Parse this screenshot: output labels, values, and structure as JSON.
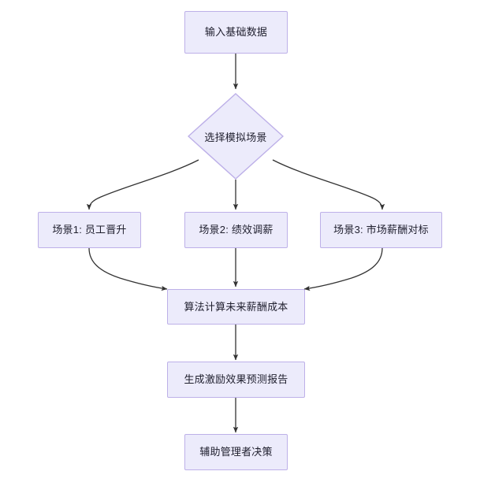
{
  "diagram": {
    "type": "flowchart",
    "direction": "top-to-bottom",
    "background_color": "#ffffff",
    "node_fill_color": "#ECEBFB",
    "node_border_color": "#BDB0E8",
    "edge_color": "#333333",
    "text_color": "#1f1f2e",
    "nodes": {
      "input_data": "输入基础数据",
      "select_scenario": "选择模拟场景",
      "scenario_1": "场景1: 员工晋升",
      "scenario_2": "场景2: 绩效调薪",
      "scenario_3": "场景3: 市场薪酬对标",
      "calculate_cost": "算法计算未来薪酬成本",
      "generate_report": "生成激励效果预测报告",
      "assist_decision": "辅助管理者决策"
    },
    "edges": [
      {
        "from": "input_data",
        "to": "select_scenario",
        "shape": "straight"
      },
      {
        "from": "select_scenario",
        "to": "scenario_1",
        "shape": "curved"
      },
      {
        "from": "select_scenario",
        "to": "scenario_2",
        "shape": "straight"
      },
      {
        "from": "select_scenario",
        "to": "scenario_3",
        "shape": "curved"
      },
      {
        "from": "scenario_1",
        "to": "calculate_cost",
        "shape": "curved"
      },
      {
        "from": "scenario_2",
        "to": "calculate_cost",
        "shape": "straight"
      },
      {
        "from": "scenario_3",
        "to": "calculate_cost",
        "shape": "curved"
      },
      {
        "from": "calculate_cost",
        "to": "generate_report",
        "shape": "straight"
      },
      {
        "from": "generate_report",
        "to": "assist_decision",
        "shape": "straight"
      }
    ]
  }
}
